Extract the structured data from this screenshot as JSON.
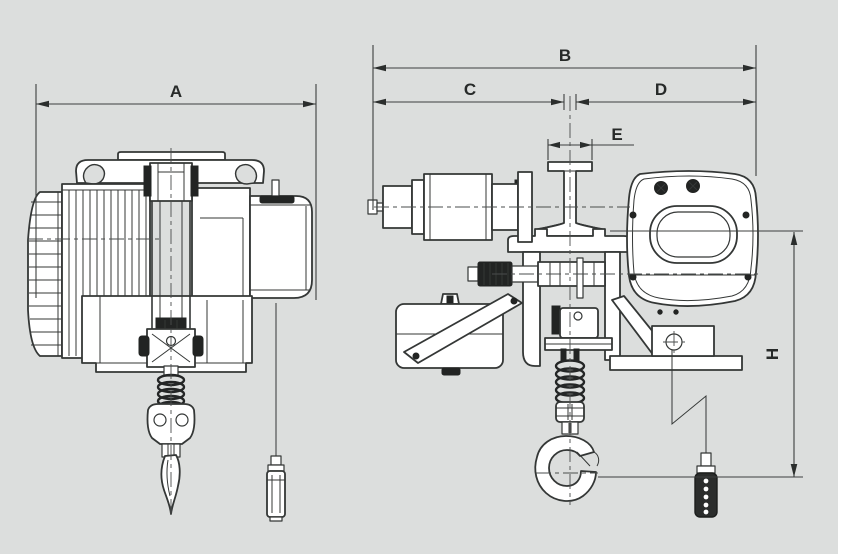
{
  "drawing": {
    "description": "electric chain hoist dimensional outline drawing, two orthographic views",
    "colors": {
      "background": "#dcdedd",
      "line": "#343736",
      "part_fill": "#ffffff",
      "paper_edge": "#ffffff"
    },
    "dimension_labels": {
      "A": "A",
      "B": "B",
      "C": "C",
      "D": "D",
      "E": "E",
      "H": "H"
    }
  }
}
